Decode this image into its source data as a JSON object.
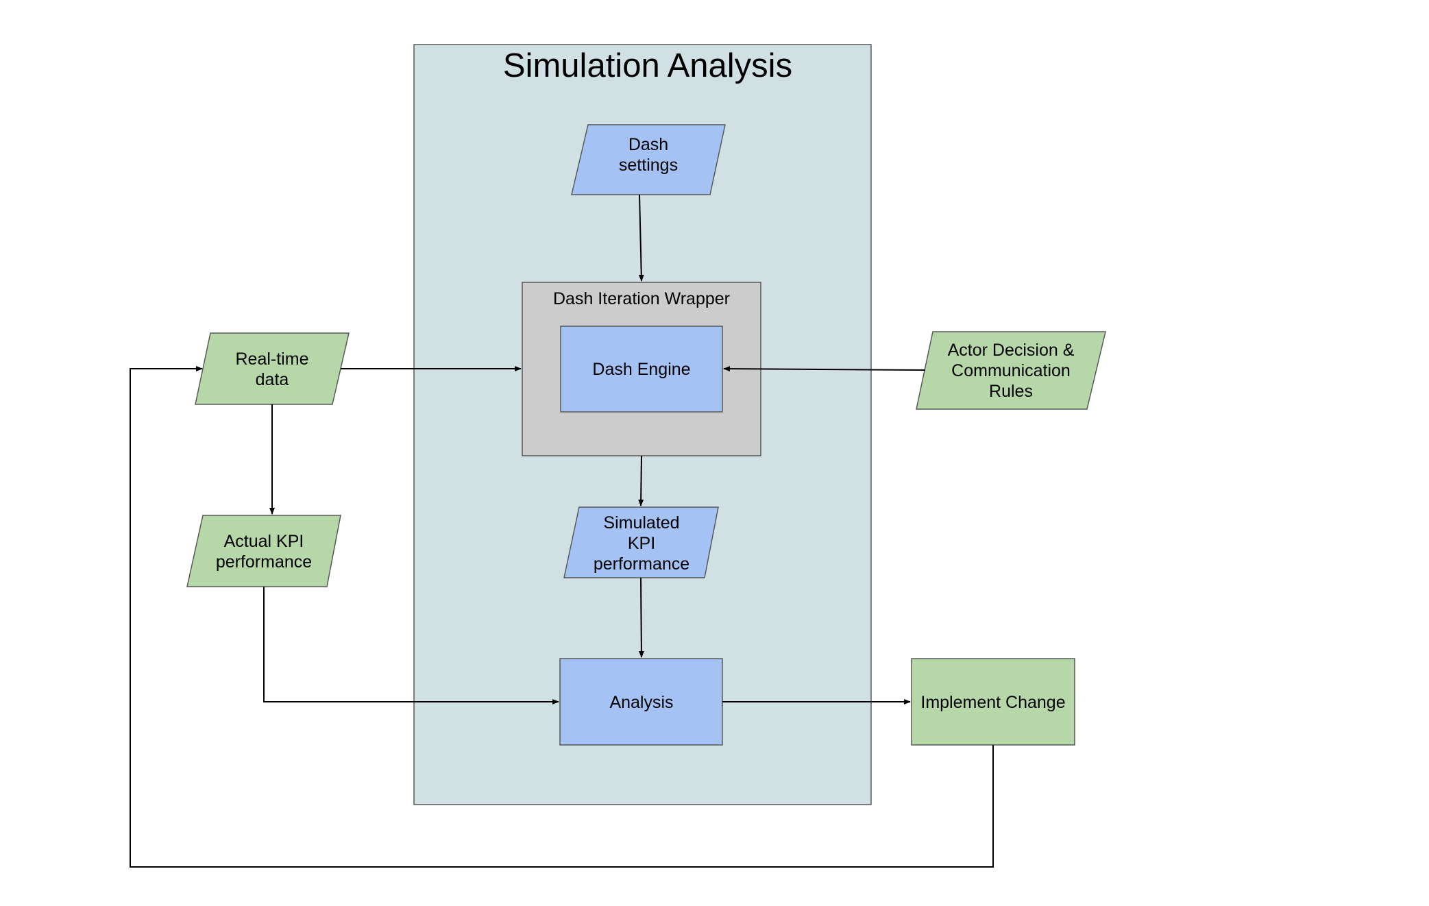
{
  "colors": {
    "container_fill": "#d0e0e3",
    "wrapper_fill": "#cccccc",
    "blue_fill": "#a4c2f4",
    "green_fill": "#b6d7a8",
    "line": "#000000"
  },
  "diagram": {
    "title": "Simulation Analysis",
    "wrapper_label": "Dash Iteration Wrapper",
    "nodes": {
      "dash_settings": [
        "Dash",
        "settings"
      ],
      "dash_engine": [
        "Dash Engine"
      ],
      "simulated_kpi": [
        "Simulated",
        "KPI",
        "performance"
      ],
      "analysis": [
        "Analysis"
      ],
      "real_time_data": [
        "Real-time",
        "data"
      ],
      "actual_kpi": [
        "Actual KPI",
        "performance"
      ],
      "actor_rules": [
        "Actor Decision &",
        "Communication",
        "Rules"
      ],
      "implement_change": [
        "Implement Change"
      ]
    }
  }
}
